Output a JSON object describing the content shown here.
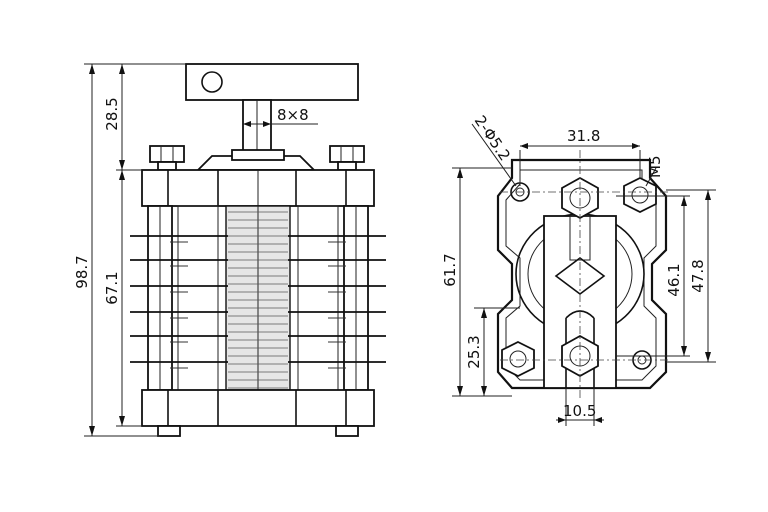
{
  "front_view": {
    "overall_height": "98.7",
    "shaft_height": "28.5",
    "body_height": "67.1",
    "shaft_size": "8×8"
  },
  "side_view": {
    "mount_holes": "2-Φ5.2",
    "hole_spacing": "31.8",
    "thread": "M5",
    "body_height": "61.7",
    "inner_height_a": "46.1",
    "inner_height_b": "47.8",
    "lower_offset": "25.3",
    "slot_width": "10.5"
  },
  "colors": {
    "line": "#111111",
    "background": "#ffffff"
  }
}
